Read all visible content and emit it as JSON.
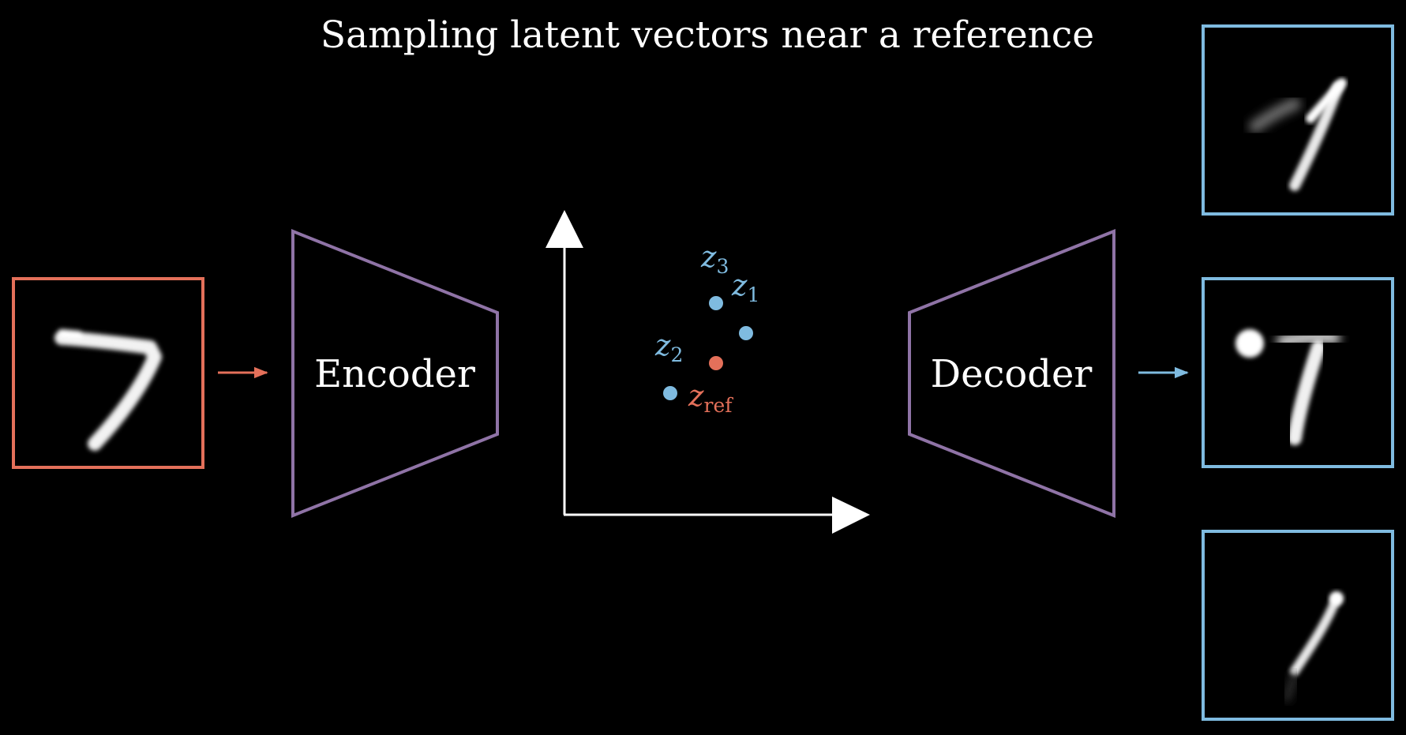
{
  "title": "Sampling latent vectors near a reference",
  "encoder": {
    "label": "Encoder"
  },
  "decoder": {
    "label": "Decoder"
  },
  "latent_points": [
    {
      "symbol": "z",
      "subscript": "3",
      "color": "#7fbbe0"
    },
    {
      "symbol": "z",
      "subscript": "1",
      "color": "#7fbbe0"
    },
    {
      "symbol": "z",
      "subscript": "2",
      "color": "#7fbbe0"
    },
    {
      "symbol": "z",
      "subscript": "ref",
      "color": "#e4705a"
    }
  ],
  "colors": {
    "background": "#000000",
    "input_frame": "#e4705a",
    "encoder_decoder_outline": "#8f73a6",
    "output_frame": "#7fbbe0",
    "axes": "#ffffff"
  },
  "icons": {
    "input_image": "handwritten-digit-7",
    "output_images": [
      "generated-digit-1",
      "generated-digit-2",
      "generated-digit-3"
    ]
  }
}
